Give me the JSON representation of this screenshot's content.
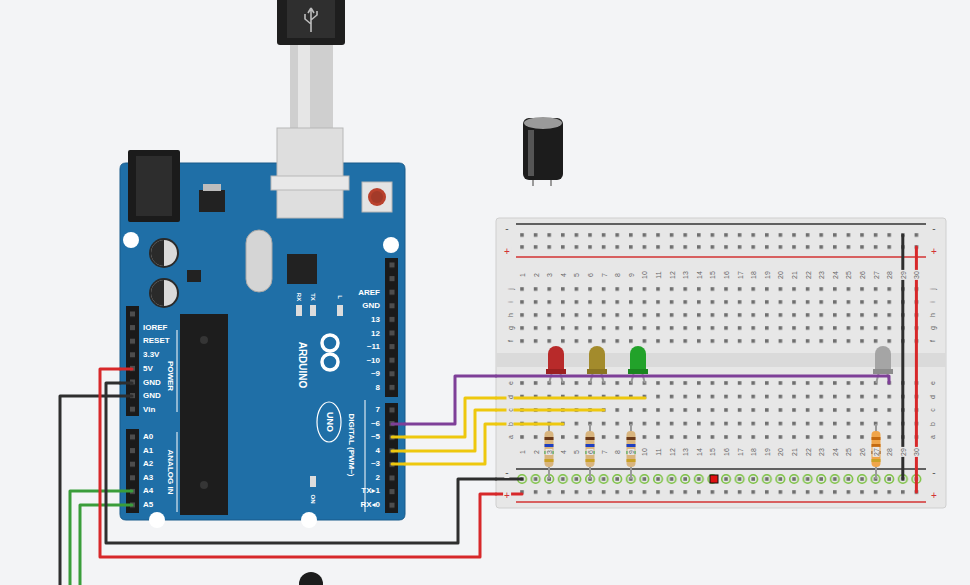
{
  "diagram": {
    "nodes": [
      {
        "text": [
          "AREF",
          "GND",
          "13",
          "12",
          "~11",
          "~10",
          "~9",
          "8",
          "7",
          "~6",
          "~5",
          "4",
          "~3",
          "2",
          "TX▸1",
          "RX◂0",
          "DIGITAL (PWM~)",
          "RX",
          "TX",
          "L",
          "ARDUINO",
          "UNO",
          "ON",
          "IOREF",
          "RESET",
          "3.3V",
          "5V",
          "GND",
          "GND",
          "Vin",
          "POWER",
          "A0",
          "A1",
          "A2",
          "A3",
          "A4",
          "A5",
          "ANALOG IN"
        ]
      },
      {
        "text": [
          "-",
          "-",
          "+",
          "+",
          "1",
          "2",
          "3",
          "4",
          "5",
          "6",
          "7",
          "8",
          "9",
          "10",
          "11",
          "12",
          "13",
          "14",
          "15",
          "16",
          "17",
          "18",
          "19",
          "20",
          "21",
          "22",
          "23",
          "24",
          "25",
          "26",
          "27",
          "28",
          "29",
          "30",
          "j",
          "j",
          "i",
          "i",
          "h",
          "h",
          "g",
          "g",
          "f",
          "f",
          "e",
          "e",
          "d",
          "d",
          "c",
          "c",
          "b",
          "b",
          "a",
          "a",
          "1",
          "2",
          "3",
          "4",
          "5",
          "6",
          "7",
          "8",
          "9",
          "10",
          "11",
          "12",
          "13",
          "14",
          "15",
          "16",
          "17",
          "18",
          "19",
          "20",
          "21",
          "22",
          "23",
          "24",
          "25",
          "26",
          "27",
          "28",
          "29",
          "30",
          "-",
          "-",
          "+",
          "+"
        ]
      }
    ],
    "edges": [
      {
        "from": 0,
        "to": 1,
        "arrow": "none"
      },
      {
        "from": 0,
        "to": 1,
        "arrow": "none"
      },
      {
        "from": 0,
        "to": 1,
        "arrow": "none"
      },
      {
        "from": 0,
        "to": 1,
        "arrow": "none"
      },
      {
        "from": 0,
        "to": 1,
        "arrow": "none"
      },
      {
        "from": 0,
        "to": 1,
        "arrow": "none"
      }
    ]
  }
}
